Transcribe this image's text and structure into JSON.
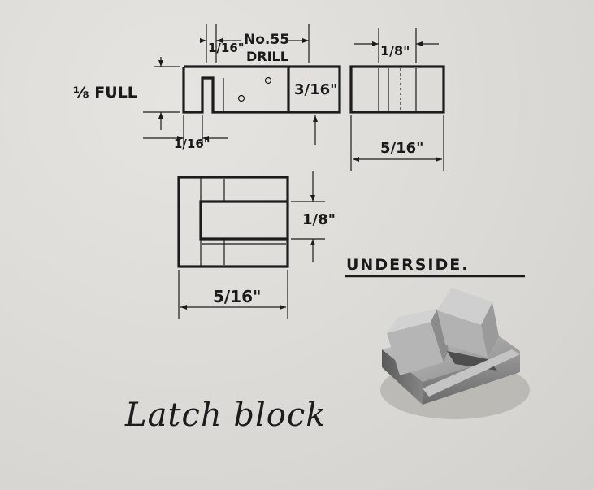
{
  "labels": {
    "drill_size": "No.55",
    "drill_word": "DRILL",
    "full_note": "⅛ FULL",
    "underside": "UNDERSIDE.",
    "caption": "Latch block"
  },
  "dimensions": {
    "top_slot_width": "1/16\"",
    "slot_depth": "3/16\"",
    "bottom_slot_width": "1/16\"",
    "side_view_top": "1/8\"",
    "side_view_width": "5/16\"",
    "underside_height": "1/8\"",
    "underside_width": "5/16\""
  }
}
